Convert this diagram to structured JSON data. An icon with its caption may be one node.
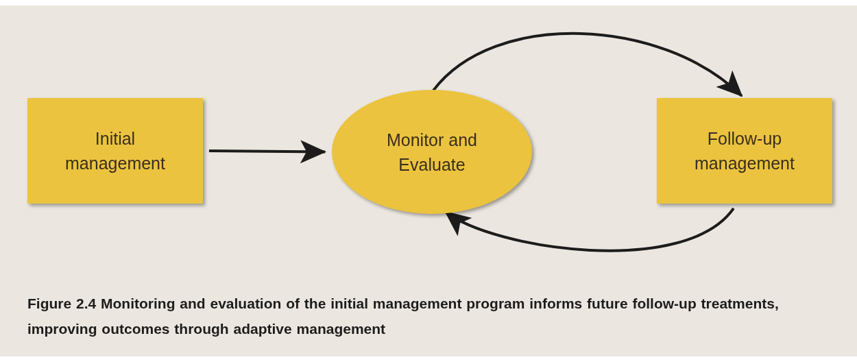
{
  "diagram": {
    "caption": "Figure 2.4 Monitoring and evaluation of the initial management program informs future follow-up treatments, improving outcomes through adaptive management",
    "nodes": [
      {
        "text": [
          "Initial management"
        ]
      },
      {
        "text": [
          "Monitor and Evaluate"
        ]
      },
      {
        "text": [
          "Follow-up management"
        ]
      }
    ],
    "edges": [
      {
        "from": 0,
        "to": 1,
        "arrow": "to"
      },
      {
        "from": 1,
        "to": 2,
        "arrow": "to"
      },
      {
        "from": 2,
        "to": 1,
        "arrow": "to"
      }
    ]
  }
}
